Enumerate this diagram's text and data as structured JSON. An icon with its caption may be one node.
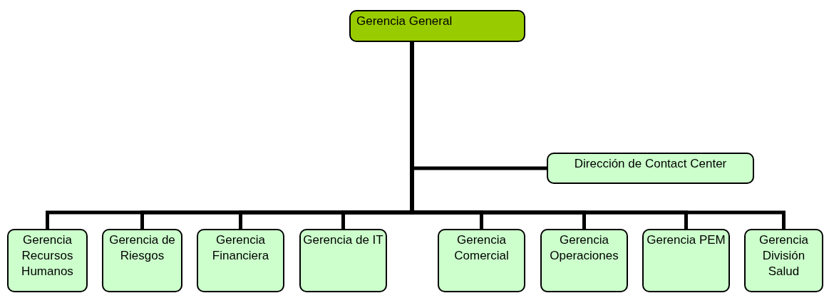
{
  "diagram": {
    "nodes": [
      {
        "text": [
          "Gerencia General"
        ]
      },
      {
        "text": [
          "Dirección de Contact Center"
        ]
      },
      {
        "text": [
          "Gerencia Recursos Humanos"
        ]
      },
      {
        "text": [
          "Gerencia de Riesgos"
        ]
      },
      {
        "text": [
          "Gerencia Financiera"
        ]
      },
      {
        "text": [
          "Gerencia de IT"
        ]
      },
      {
        "text": [
          "Gerencia Comercial"
        ]
      },
      {
        "text": [
          "Gerencia Operaciones"
        ]
      },
      {
        "text": [
          "Gerencia PEM"
        ]
      },
      {
        "text": [
          "Gerencia División Salud"
        ]
      }
    ],
    "edges": [
      {
        "from": 0,
        "to": 1,
        "arrow": "none"
      },
      {
        "from": 0,
        "to": 2,
        "arrow": "none"
      },
      {
        "from": 0,
        "to": 3,
        "arrow": "none"
      },
      {
        "from": 0,
        "to": 4,
        "arrow": "none"
      },
      {
        "from": 0,
        "to": 5,
        "arrow": "none"
      },
      {
        "from": 0,
        "to": 6,
        "arrow": "none"
      },
      {
        "from": 0,
        "to": 7,
        "arrow": "none"
      },
      {
        "from": 0,
        "to": 8,
        "arrow": "none"
      },
      {
        "from": 0,
        "to": 9,
        "arrow": "none"
      }
    ]
  }
}
